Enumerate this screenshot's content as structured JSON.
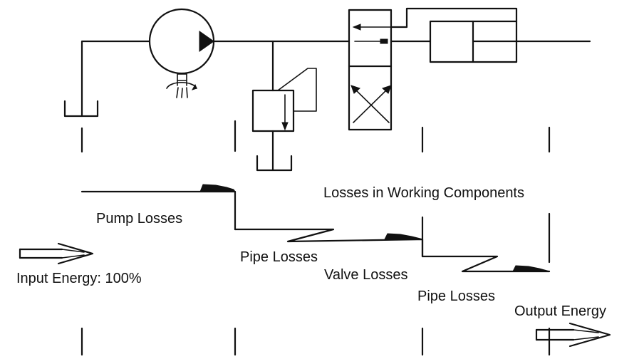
{
  "labels": {
    "losses_in_working_components": "Losses in Working Components",
    "pump_losses": "Pump Losses",
    "pipe_losses_1": "Pipe Losses",
    "valve_losses": "Valve Losses",
    "pipe_losses_2": "Pipe Losses",
    "input_energy": "Input Energy: 100%",
    "output_energy": "Output Energy"
  }
}
